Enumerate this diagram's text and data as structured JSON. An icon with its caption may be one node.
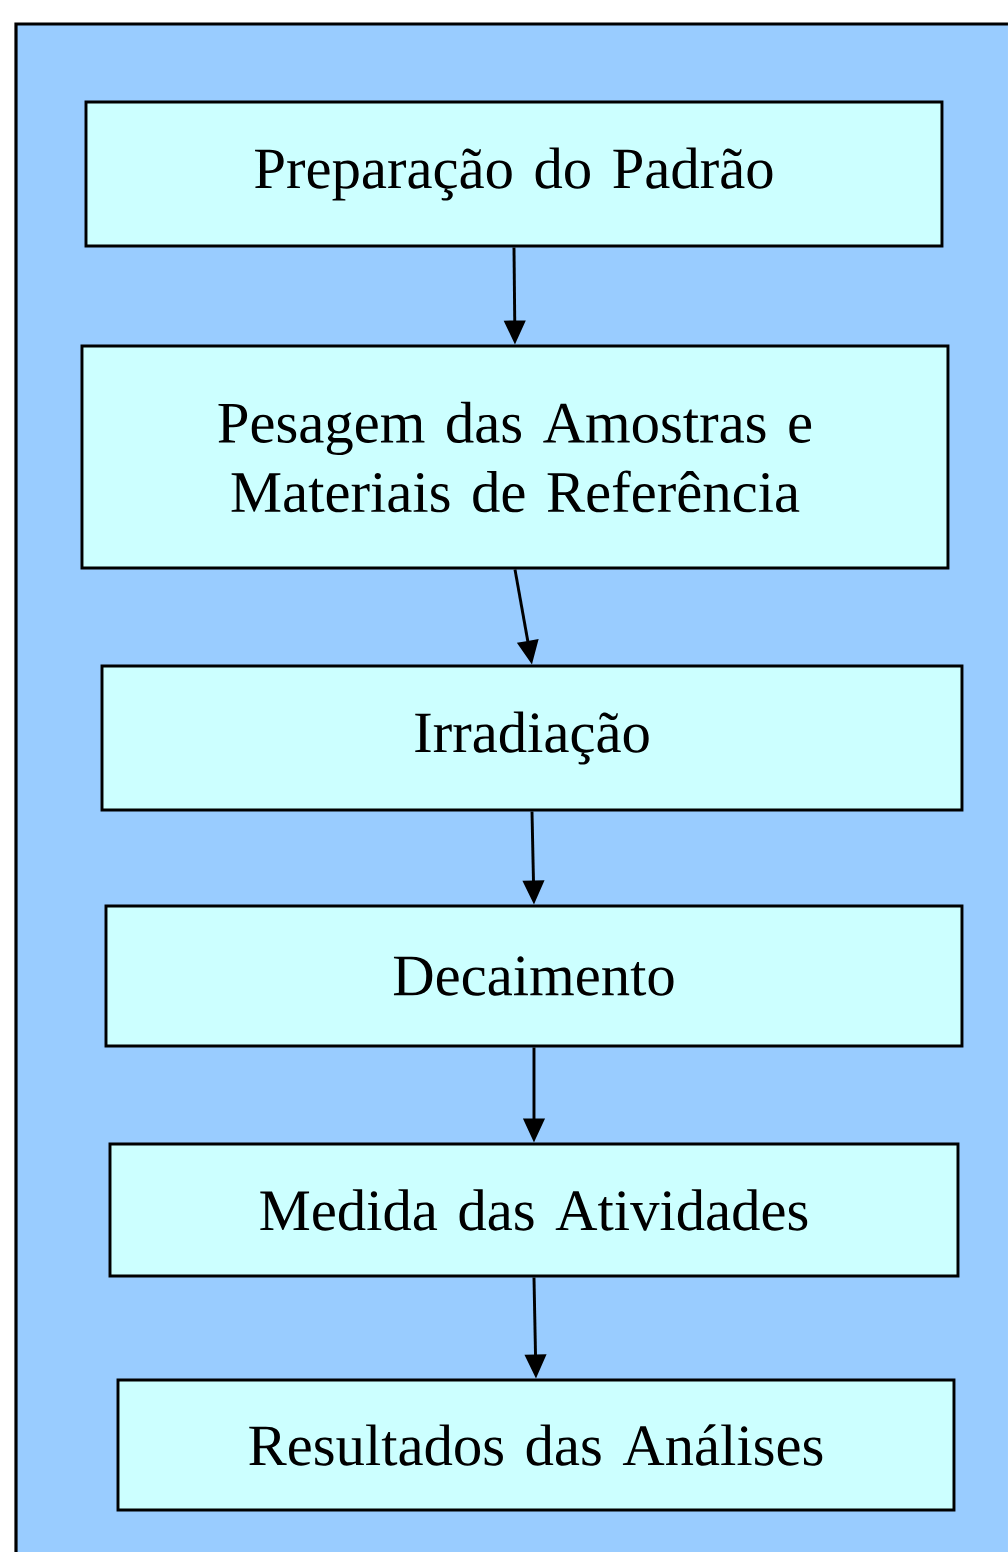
{
  "diagram": {
    "nodes": [
      {
        "text": [
          "Preparação do Padrão"
        ]
      },
      {
        "text": [
          "Pesagem das Amostras e Materiais de Referência"
        ]
      },
      {
        "text": [
          "Irradiação"
        ]
      },
      {
        "text": [
          "Decaimento"
        ]
      },
      {
        "text": [
          "Medida das Atividades"
        ]
      },
      {
        "text": [
          "Resultados das Análises"
        ]
      }
    ],
    "edges": [
      {
        "from": 0,
        "to": 1,
        "arrow": "to"
      },
      {
        "from": 1,
        "to": 2,
        "arrow": "to"
      },
      {
        "from": 2,
        "to": 3,
        "arrow": "to"
      },
      {
        "from": 3,
        "to": 4,
        "arrow": "to"
      },
      {
        "from": 4,
        "to": 5,
        "arrow": "to"
      }
    ]
  }
}
